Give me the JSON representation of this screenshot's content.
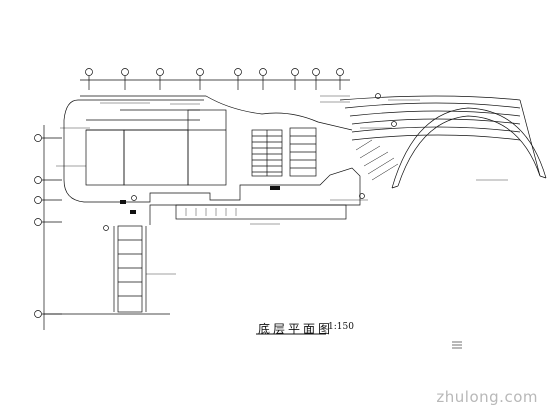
{
  "drawing": {
    "title": "底层平面图",
    "scale": "1:150"
  },
  "watermark": {
    "text": "zhulong.com"
  },
  "colors": {
    "ink": "#111111",
    "paper": "#ffffff",
    "watermark": "#b8b8b8"
  }
}
